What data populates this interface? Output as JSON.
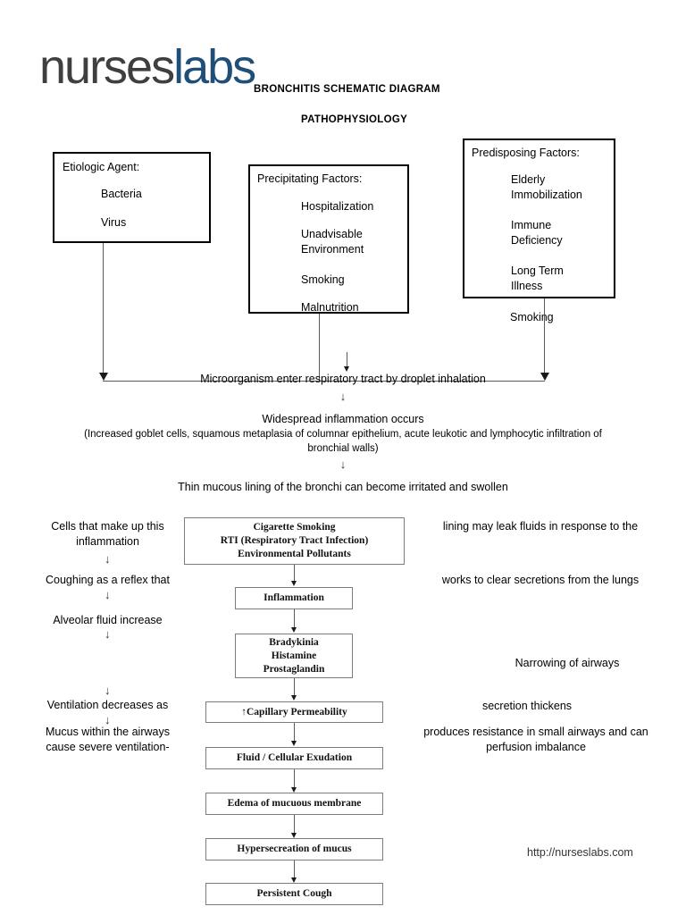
{
  "brand": {
    "part1": "nurses",
    "part2": "labs",
    "url": "http://nurseslabs.com"
  },
  "headings": {
    "diagram_title": "BRONCHITIS SCHEMATIC DIAGRAM",
    "subtitle": "PATHOPHYSIOLOGY"
  },
  "factor_boxes": [
    {
      "id": "etiologic-agent",
      "header": "Etiologic Agent:",
      "items": [
        "Bacteria",
        "Virus"
      ]
    },
    {
      "id": "precipitating-factors",
      "header": "Precipitating Factors:",
      "items": [
        "Hospitalization",
        "Unadvisable\nEnvironment",
        "Smoking",
        "Malnutrition"
      ]
    },
    {
      "id": "predisposing-factors",
      "header": "Predisposing Factors:",
      "items": [
        "Elderly\nImmobilization",
        "Immune\nDeficiency",
        "Long Term\nIllness"
      ],
      "outside_label": "Smoking"
    }
  ],
  "flow_text": {
    "entry": "Microorganism enter respiratory tract by droplet inhalation",
    "inflammation_line1": "Widespread inflammation occurs",
    "inflammation_line2": "(Increased goblet cells, squamous metaplasia of columnar epithelium, acute leukotic and lymphocytic infiltration of",
    "inflammation_line3": "bronchial walls)",
    "mucous_lining": "Thin mucous lining of the bronchi can become irritated and swollen",
    "arrow_glyph": "↓"
  },
  "left_notes": [
    "Cells that make up this\ninflammation",
    "Coughing as a reflex that",
    "Alveolar fluid increase",
    "Ventilation decreases as",
    "Mucus within the airways\ncause severe ventilation-"
  ],
  "right_notes": [
    "lining may leak fluids in response to the",
    "works to clear secretions from the lungs",
    "Narrowing of airways",
    "secretion thickens",
    "produces resistance in small airways and can\nperfusion imbalance"
  ],
  "cascade": [
    {
      "id": "cigarette-smoking",
      "text": "Cigarette Smoking\nRTI (Respiratory Tract Infection)\nEnvironmental Pollutants"
    },
    {
      "id": "inflammation",
      "text": "Inflammation"
    },
    {
      "id": "mediators",
      "text": "Bradykinia\nHistamine\nProstaglandin"
    },
    {
      "id": "capillary-permeability",
      "text": "↑Capillary Permeability"
    },
    {
      "id": "fluid-cellular-exudation",
      "text": "Fluid / Cellular Exudation"
    },
    {
      "id": "edema-mucous-membrane",
      "text": "Edema of mucuous membrane"
    },
    {
      "id": "hypersecretion-of-mucus",
      "text": "Hypersecreation of mucus"
    },
    {
      "id": "persistent-cough",
      "text": "Persistent Cough"
    }
  ],
  "colors": {
    "brand_dark": "#3f3f3f",
    "brand_blue": "#1f4e79",
    "line": "#5a5a5a",
    "box_border": "#7d7d7d"
  }
}
